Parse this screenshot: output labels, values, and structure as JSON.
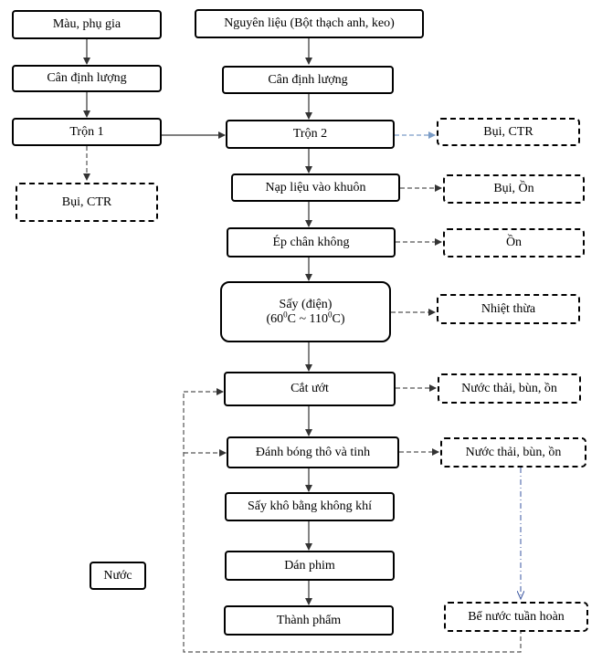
{
  "left": {
    "additives": "Màu, phụ gia",
    "weigh": "Cân định lượng",
    "mix1": "Trộn 1",
    "out_dust": "Bụi, CTR",
    "water": "Nước"
  },
  "main": {
    "material": "Nguyên liệu (Bột thạch anh, keo)",
    "weigh": "Cân định lượng",
    "mix2": "Trộn 2",
    "fill_mold": "Nạp liệu vào khuôn",
    "vacuum_press": "Ép chân không",
    "dry": {
      "line1": "Sấy (điện)",
      "open": "(60",
      "deg": "0",
      "mid": "C ~ 110",
      "close": "C)"
    },
    "wet_cut": "Cắt ướt",
    "polish": "Đánh bóng thô và tinh",
    "air_dry": "Sấy khô bằng không khí",
    "film": "Dán phim",
    "product": "Thành phẩm"
  },
  "outputs": {
    "mix2": "Bụi, CTR",
    "fill_mold": "Bụi, Ồn",
    "vacuum_press": "Ồn",
    "dry": "Nhiệt thừa",
    "wet_cut": "Nước thải, bùn, ồn",
    "polish": "Nước thải, bùn, ồn",
    "recycle_tank": "Bể nước tuần hoàn"
  }
}
